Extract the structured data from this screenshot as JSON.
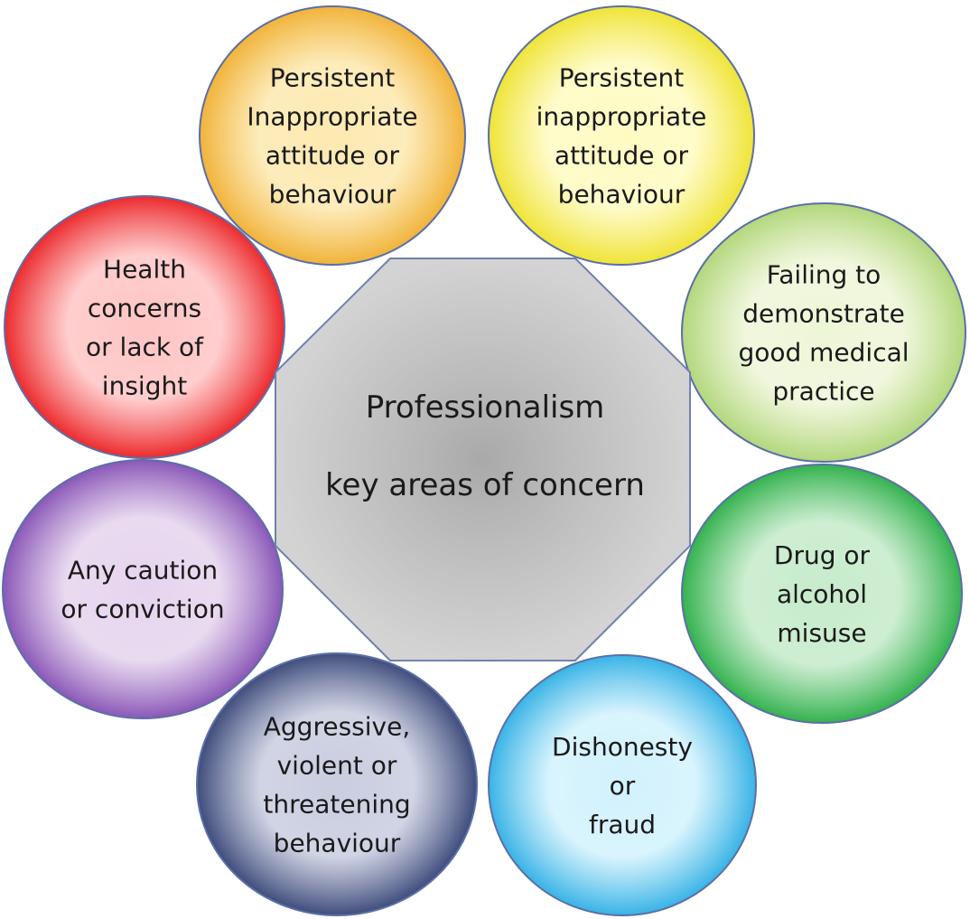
{
  "center": {
    "lines": [
      "Professionalism",
      "key areas of concern"
    ]
  },
  "petals": [
    {
      "id": "petal-top-left",
      "lines": [
        "Persistent",
        "Inappropriate",
        "attitude or",
        "behaviour"
      ],
      "color_inner": "#fde9b0",
      "color_outer": "#f1b33a"
    },
    {
      "id": "petal-top-right",
      "lines": [
        "Persistent",
        "inappropriate",
        "attitude or",
        "behaviour"
      ],
      "color_inner": "#fffbc2",
      "color_outer": "#efe437"
    },
    {
      "id": "petal-right-upper",
      "lines": [
        "Failing to",
        "demonstrate",
        "good medical",
        "practice"
      ],
      "color_inner": "#eef6d8",
      "color_outer": "#b2d77c"
    },
    {
      "id": "petal-right-lower",
      "lines": [
        "Drug or",
        "alcohol",
        "misuse"
      ],
      "color_inner": "#c6ebcb",
      "color_outer": "#33b24e"
    },
    {
      "id": "petal-bottom-right",
      "lines": [
        "Dishonesty",
        "or",
        "fraud"
      ],
      "color_inner": "#d2f2fd",
      "color_outer": "#38b3e6"
    },
    {
      "id": "petal-bottom-left",
      "lines": [
        "Aggressive,",
        "violent or",
        "threatening",
        "behaviour"
      ],
      "color_inner": "#c9cde0",
      "color_outer": "#3f4d7c"
    },
    {
      "id": "petal-left-lower",
      "lines": [
        "Any caution",
        "or conviction"
      ],
      "color_inner": "#e6d4ee",
      "color_outer": "#8a57b7"
    },
    {
      "id": "petal-left-upper",
      "lines": [
        "Health",
        "concerns",
        "or lack of",
        "insight"
      ],
      "color_inner": "#ffc5c5",
      "color_outer": "#ec2a2d"
    }
  ]
}
